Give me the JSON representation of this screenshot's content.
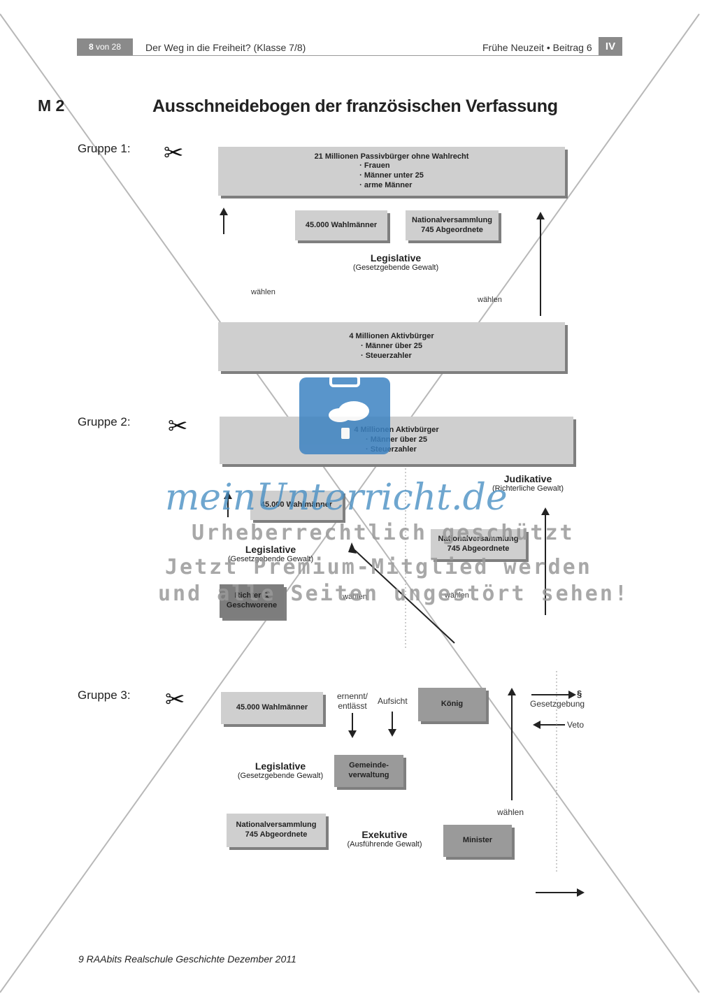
{
  "header": {
    "page_num": "8",
    "page_of": "von 28",
    "title": "Der Weg in die Freiheit? (Klasse 7/8)",
    "section": "Frühe Neuzeit • Beitrag 6",
    "volume": "IV"
  },
  "m_label": "M 2",
  "title": "Ausschneidebogen der französischen Verfassung",
  "group1": {
    "label": "Gruppe 1:",
    "passive_title": "21 Millionen Passivbürger ohne Wahlrecht",
    "passive_items": [
      "Frauen",
      "Männer unter 25",
      "arme Männer"
    ],
    "wahlmaenner": "45.000 Wahlmänner",
    "nv_line1": "Nationalversammlung",
    "nv_line2": "745 Abgeordnete",
    "legislative": "Legislative",
    "legislative_sub": "(Gesetzgebende Gewalt)",
    "waehlen_left": "wählen",
    "waehlen_right": "wählen",
    "active_title": "4 Millionen Aktivbürger",
    "active_items": [
      "Männer über 25",
      "Steuerzahler"
    ]
  },
  "group2": {
    "label": "Gruppe 2:",
    "active_title": "4 Millionen Aktivbürger",
    "active_items": [
      "Männer über 25",
      "Steuerzahler"
    ],
    "judikative": "Judikative",
    "judikative_sub": "(Richterliche Gewalt)",
    "wahlmaenner": "45.000 Wahlmänner",
    "nv_line1": "Nationalversammlung",
    "nv_line2": "745 Abgeordnete",
    "legislative": "Legislative",
    "legislative_sub": "(Gesetzgebende Gewalt)",
    "richter_line1": "Richter &",
    "richter_line2": "Geschworene",
    "waehlen_left": "wählen",
    "waehlen_right": "wählen"
  },
  "group3": {
    "label": "Gruppe 3:",
    "wahlmaenner": "45.000 Wahlmänner",
    "ernennt_line1": "ernennt/",
    "ernennt_line2": "entlässt",
    "aufsicht": "Aufsicht",
    "koenig": "König",
    "paragraph": "§",
    "gesetzgebung": "Gesetzgebung",
    "veto": "Veto",
    "legislative": "Legislative",
    "legislative_sub": "(Gesetzgebende Gewalt)",
    "gemeinde_line1": "Gemeinde-",
    "gemeinde_line2": "verwaltung",
    "waehlen": "wählen",
    "nv_line1": "Nationalversammlung",
    "nv_line2": "745 Abgeordnete",
    "exekutive": "Exekutive",
    "exekutive_sub": "(Ausführende Gewalt)",
    "minister": "Minister"
  },
  "watermark": {
    "brand": "meinUnterricht.de",
    "line1": "Urheberrechtlich geschützt",
    "line2": "Jetzt Premium-Mitglied werden",
    "line3": "und alle Seiten ungestört sehen!"
  },
  "footer": "9 RAAbits Realschule Geschichte Dezember 2011"
}
